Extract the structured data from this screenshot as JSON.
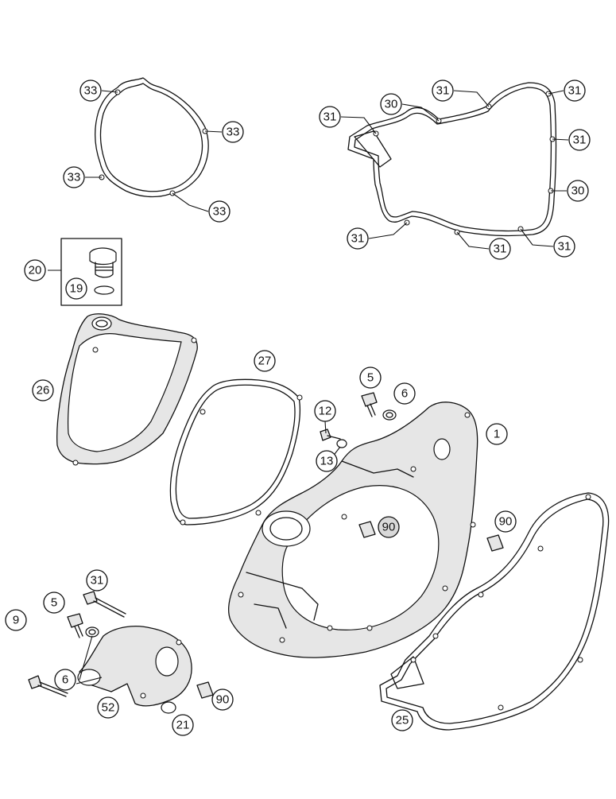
{
  "diagram": {
    "callouts": {
      "c33a": "33",
      "c33b": "33",
      "c33c": "33",
      "c33d": "33",
      "c31a": "31",
      "c30a": "30",
      "c31b": "31",
      "c31c": "31",
      "c31d": "31",
      "c30b": "30",
      "c31e": "31",
      "c31f": "31",
      "c31g": "31",
      "c20": "20",
      "c19": "19",
      "c26": "26",
      "c27": "27",
      "c5a": "5",
      "c6a": "6",
      "c12": "12",
      "c13": "13",
      "c1": "1",
      "c90a": "90",
      "c90b": "90",
      "c31h": "31",
      "c5b": "5",
      "c9": "9",
      "c6b": "6",
      "c52": "52",
      "c21": "21",
      "c90c": "90",
      "c25": "25"
    },
    "colors": {
      "line": "#111111",
      "part_fill": "#e6e6e6",
      "callout_fill": "#ffffff",
      "callout_fill_grey": "#d9d9d9"
    }
  }
}
